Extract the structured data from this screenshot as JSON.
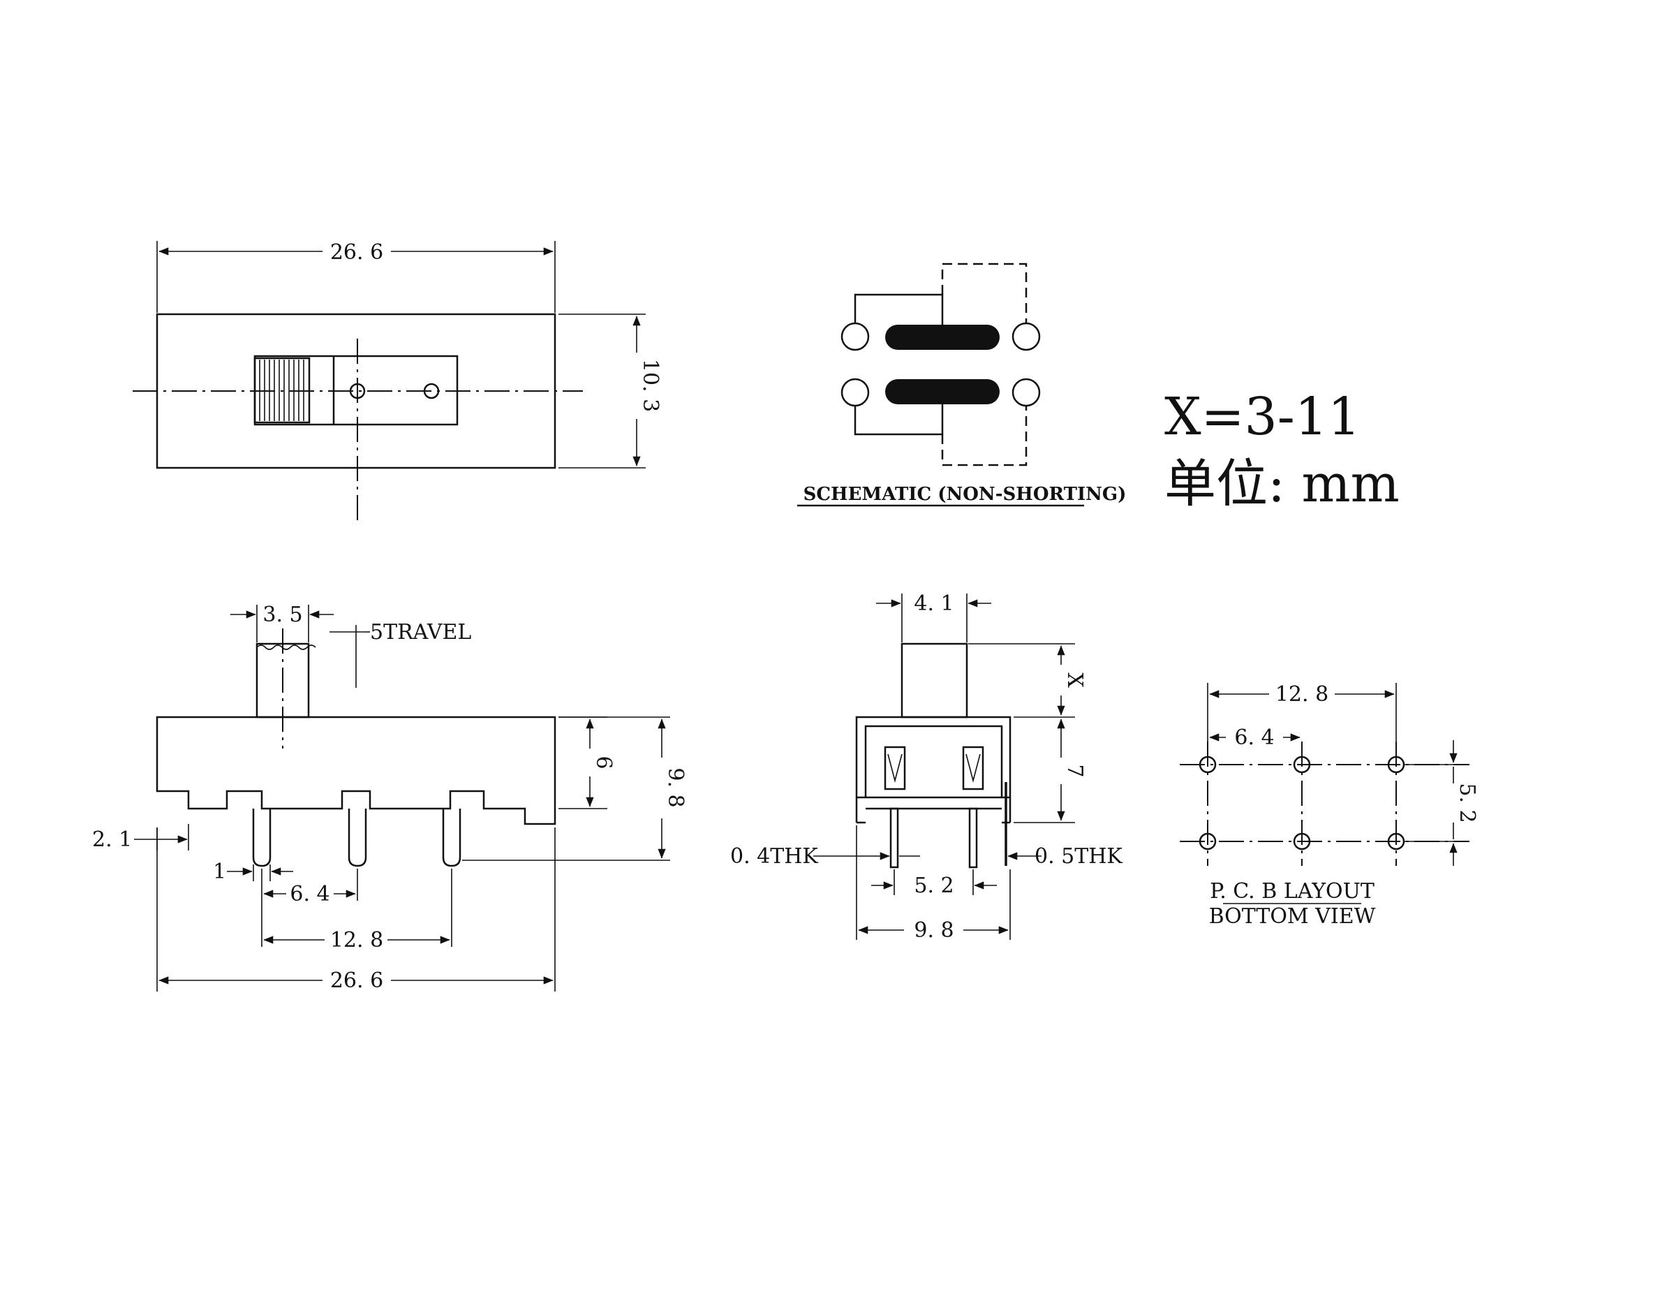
{
  "top_view": {
    "width_dim": "26. 6",
    "height_dim": "10. 3"
  },
  "schematic": {
    "caption": "SCHEMATIC (NON-SHORTING)"
  },
  "spec": {
    "x_range": "X=3-11",
    "unit": "单位: mm"
  },
  "side_view": {
    "knob_width_dim": "3. 5",
    "travel_label": "5TRAVEL",
    "body_height_dim": "6",
    "total_height_dim": "9. 8",
    "pin_length_dim": "2. 1",
    "pin_width_dim": "1",
    "pitch_dim": "6. 4",
    "outer_pitch_dim": "12. 8",
    "overall_width_dim": "26. 6"
  },
  "end_view": {
    "knob_width_dim": "4. 1",
    "knob_height_dim": "X",
    "body_height_dim": "7",
    "left_pin_thk": "0. 4THK",
    "right_pin_thk": "0. 5THK",
    "pin_pitch_dim": "5. 2",
    "body_width_dim": "9. 8"
  },
  "pcb_layout": {
    "outer_pitch_dim": "12. 8",
    "pitch_dim": "6. 4",
    "row_pitch_dim": "5. 2",
    "caption_line1": "P. C. B LAYOUT",
    "caption_line2": "BOTTOM VIEW"
  }
}
